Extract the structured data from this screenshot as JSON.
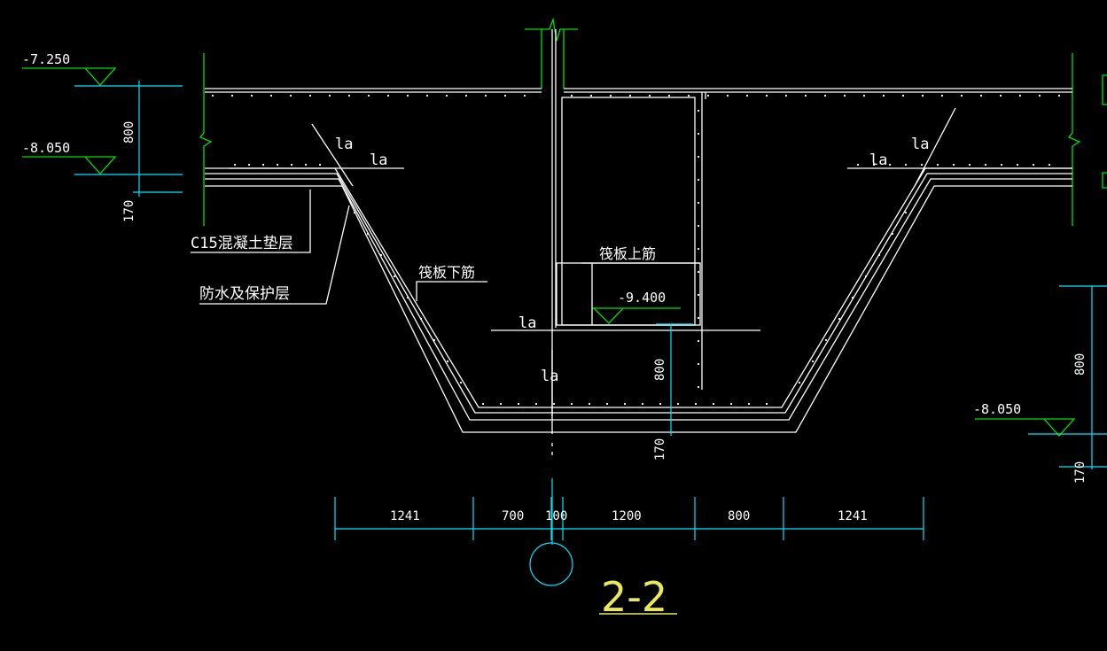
{
  "drawing": {
    "elevations": {
      "top_left": "-7.250",
      "mid_left": "-8.050",
      "pit_bottom": "-9.400",
      "right": "-8.050"
    },
    "vertical_dims": {
      "left_800": "800",
      "left_170": "170",
      "center_800": "800",
      "center_170": "170",
      "right_800": "800",
      "right_170": "170"
    },
    "labels": {
      "cushion": "C15混凝土垫层",
      "waterproof": "防水及保护层",
      "raft_bottom_rebar": "筏板下筋",
      "raft_top_rebar": "筏板上筋",
      "la": "la"
    },
    "horizontal_dims": [
      "1241",
      "700",
      "100",
      "1200",
      "800",
      "1241"
    ],
    "section_title": "2-2",
    "colors": {
      "background": "#000000",
      "concrete": "#ffffff",
      "dimension": "#00e5ff",
      "wall_break": "#00e000",
      "title": "#e8e85a"
    }
  }
}
